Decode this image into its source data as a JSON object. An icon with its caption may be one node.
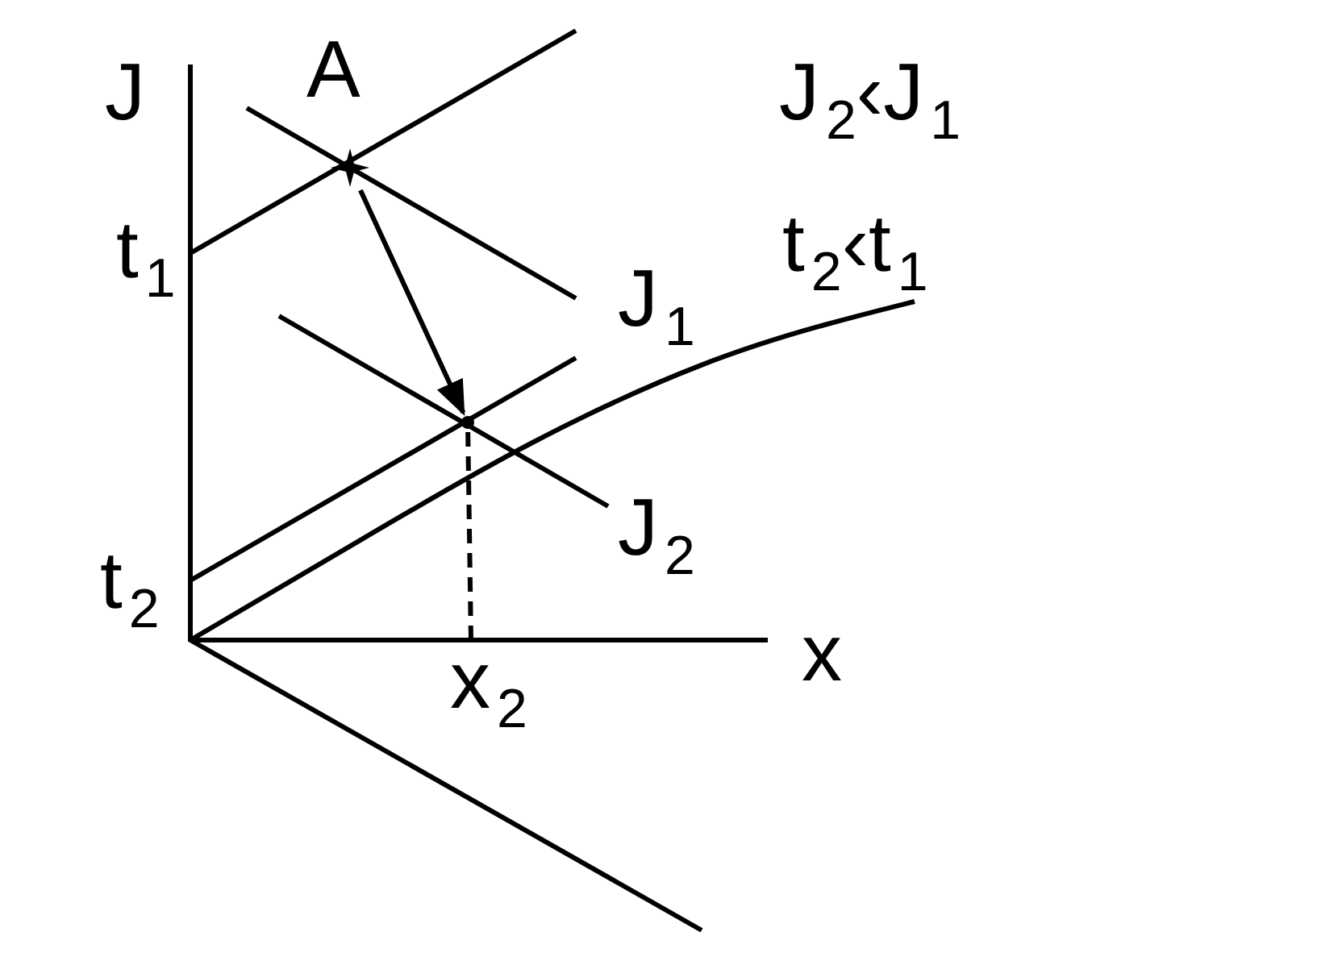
{
  "diagram": {
    "nodes": [
      {
        "text": [],
        "shape": "star",
        "beside": [
          "A"
        ]
      },
      {
        "text": [],
        "shape": "point"
      },
      {
        "text": [
          "x$_{2}$"
        ]
      }
    ],
    "edges": [
      {
        "from": 0,
        "to": 1,
        "arrow": "to"
      },
      {
        "from": 1,
        "to": 2,
        "arrow": "none",
        "style": "dashed"
      }
    ],
    "labels": [
      "J",
      "J$_{2}$‹J$_{1}$",
      "t$_{1}$",
      "J$_{1}$",
      "t$_{2}$‹t$_{1}$",
      "J$_{2}$",
      "t$_{2}$",
      "x"
    ]
  }
}
